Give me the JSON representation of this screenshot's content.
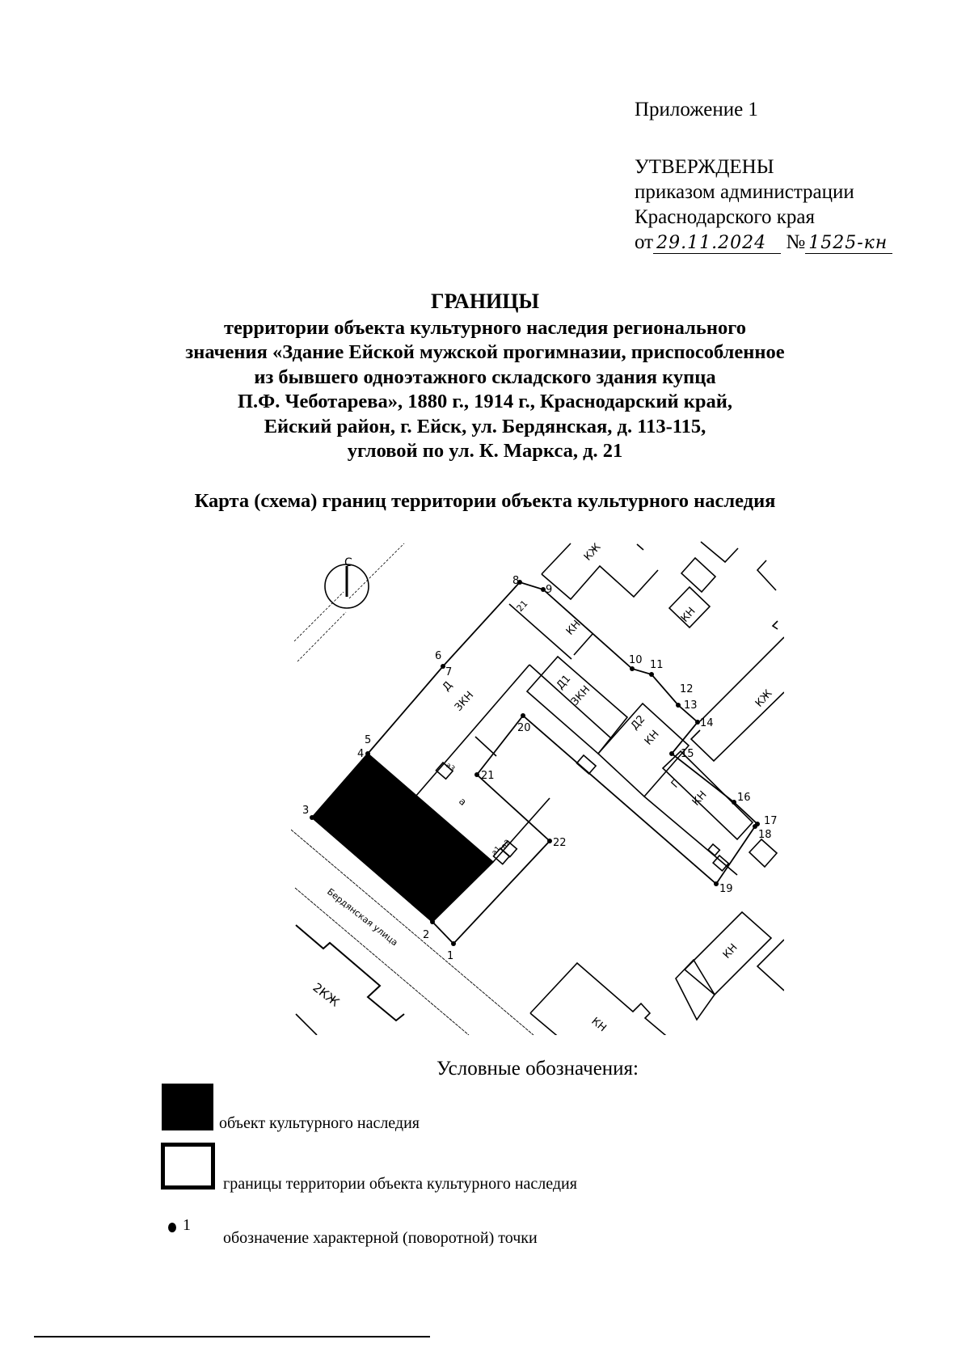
{
  "approval": {
    "appendix": "Приложение 1",
    "approved": "УТВЕРЖДЕНЫ",
    "line1": "приказом администрации",
    "line2": "Краснодарского края",
    "date_prefix": "от",
    "date_value": "29.11.2024",
    "number_prefix": "№",
    "number_value": "1525-кн"
  },
  "title": {
    "main": "ГРАНИЦЫ",
    "lines": [
      "территории объекта культурного наследия регионального",
      "значения «Здание Ейской мужской прогимназии, приспособленное",
      "из бывшего одноэтажного складского здания купца",
      "П.Ф. Чеботарева», 1880 г., 1914 г., Краснодарский край,",
      "Ейский район, г. Ейск, ул. Бердянская, д. 113-115,",
      "угловой по ул. К. Маркса, д. 21"
    ]
  },
  "map": {
    "caption": "Карта (схема) границ территории объекта культурного наследия",
    "north_label": "С",
    "street_label": "Бердянская улица",
    "colors": {
      "object_fill": "#000000",
      "lines": "#000000",
      "background": "#ffffff"
    },
    "building_labels": {
      "kzh_top": "КЖ",
      "kn_top_right": "КН",
      "kn_strip": "КН",
      "d_label": "Д",
      "d_floors": "3КН",
      "d1_label": "Д1",
      "d1_floors": "3КН",
      "d2_label": "Д2",
      "d2_floors": "КН",
      "g_label": "Г",
      "g_floors": "КН",
      "kzh_right": "КЖ",
      "a_label": "а",
      "a1_label": "а1",
      "a2_label": "а2",
      "a3_label": "а3",
      "kzh_bottom_left": "2КЖ",
      "kn_bottom_mid": "КН",
      "kn_bottom_right": "КН"
    },
    "points": [
      {
        "n": "1"
      },
      {
        "n": "2"
      },
      {
        "n": "3"
      },
      {
        "n": "4"
      },
      {
        "n": "5"
      },
      {
        "n": "6"
      },
      {
        "n": "7"
      },
      {
        "n": "8"
      },
      {
        "n": "9"
      },
      {
        "n": "10"
      },
      {
        "n": "11"
      },
      {
        "n": "12"
      },
      {
        "n": "13"
      },
      {
        "n": "14"
      },
      {
        "n": "15"
      },
      {
        "n": "16"
      },
      {
        "n": "17"
      },
      {
        "n": "18"
      },
      {
        "n": "19"
      },
      {
        "n": "20"
      },
      {
        "n": "21"
      },
      {
        "n": "22"
      }
    ],
    "strip_number": "21"
  },
  "legend": {
    "title": "Условные обозначения:",
    "items": [
      {
        "symbol": "filled-square",
        "label": "объект культурного наследия"
      },
      {
        "symbol": "outlined-square",
        "label": "границы территории объекта культурного наследия"
      },
      {
        "symbol": "dot",
        "sample_number": "1",
        "label": "обозначение характерной (поворотной) точки"
      }
    ]
  }
}
